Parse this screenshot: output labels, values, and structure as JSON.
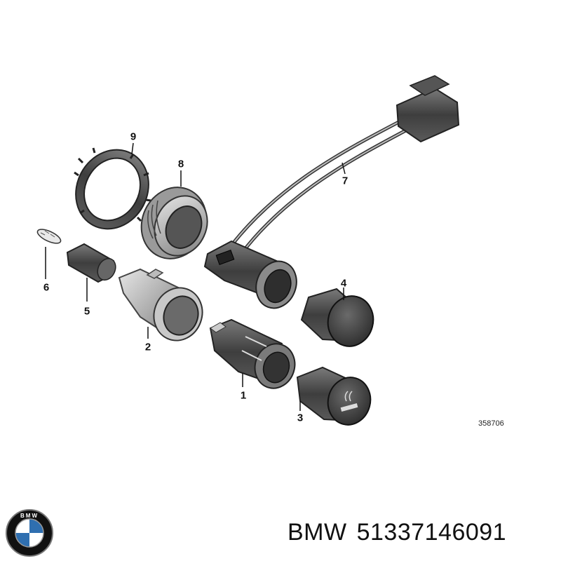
{
  "diagram": {
    "callouts": {
      "c1": "1",
      "c2": "2",
      "c3": "3",
      "c4": "4",
      "c5": "5",
      "c6": "6",
      "c7": "7",
      "c8": "8",
      "c9": "9"
    },
    "diagram_id": "358706"
  },
  "caption": {
    "brand": "BMW",
    "part_number": "51337146091"
  },
  "logo": {
    "lettering": "BMW",
    "colors": {
      "blue": "#2f6fb0",
      "white": "#ffffff",
      "black": "#111111"
    }
  },
  "colors": {
    "part_dark": "#4a4a4a",
    "part_mid": "#8c8c8c",
    "part_light": "#cfcfcf"
  }
}
